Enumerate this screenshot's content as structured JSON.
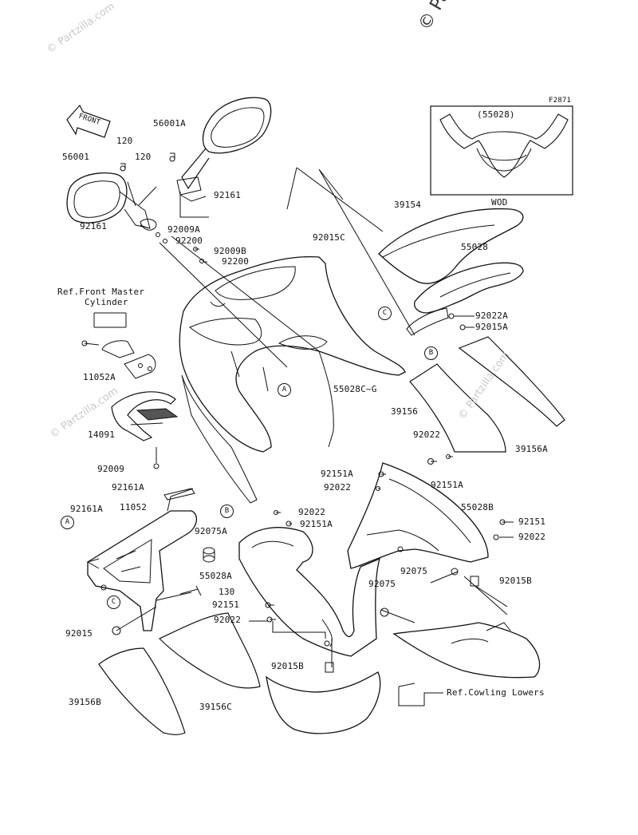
{
  "watermark": {
    "corner": "© Partzilla.com",
    "faint_left": "© Partzilla.com",
    "faint_mid": "© Partzilla.com",
    "faint_right": "© Partzilla.com"
  },
  "figure_code": "F2871",
  "front_arrow_text": "FRONT",
  "inset": {
    "part": "(55028)",
    "caption": "WOD"
  },
  "notes": {
    "ref_master_1": "Ref.Front Master",
    "ref_master_2": "Cylinder",
    "ref_cowling": "Ref.Cowling Lowers"
  },
  "refs": {
    "a": "A",
    "b": "B",
    "c": "C"
  },
  "parts": {
    "p56001A": "56001A",
    "p120a": "120",
    "p56001": "56001",
    "p120b": "120",
    "p92161a": "92161",
    "p92161b": "92161",
    "p92009A": "92009A",
    "p92200a": "92200",
    "p92009B": "92009B",
    "p92200b": "92200",
    "p92015C": "92015C",
    "p39154": "39154",
    "p55028": "55028",
    "p92022A": "92022A",
    "p92015A": "92015A",
    "p11052A": "11052A",
    "p55028CG": "55028C~G",
    "p39156": "39156",
    "p39156A": "39156A",
    "p14091": "14091",
    "p92022a": "92022",
    "p92009": "92009",
    "p92151A_a": "92151A",
    "p92151A_b": "92151A",
    "p92022b": "92022",
    "p92161A_a": "92161A",
    "p11052": "11052",
    "p55028B": "55028B",
    "p92161A_b": "92161A",
    "p92022c": "92022",
    "p92151A_c": "92151A",
    "p92151": "92151",
    "p92075A": "92075A",
    "p92022d": "92022",
    "p55028A": "55028A",
    "p92075a": "92075",
    "p92015B_a": "92015B",
    "p130": "130",
    "p92075b": "92075",
    "p92151b": "92151",
    "p92022e": "92022",
    "p92015": "92015",
    "p92015B_b": "92015B",
    "p39156B": "39156B",
    "p39156C": "39156C"
  }
}
